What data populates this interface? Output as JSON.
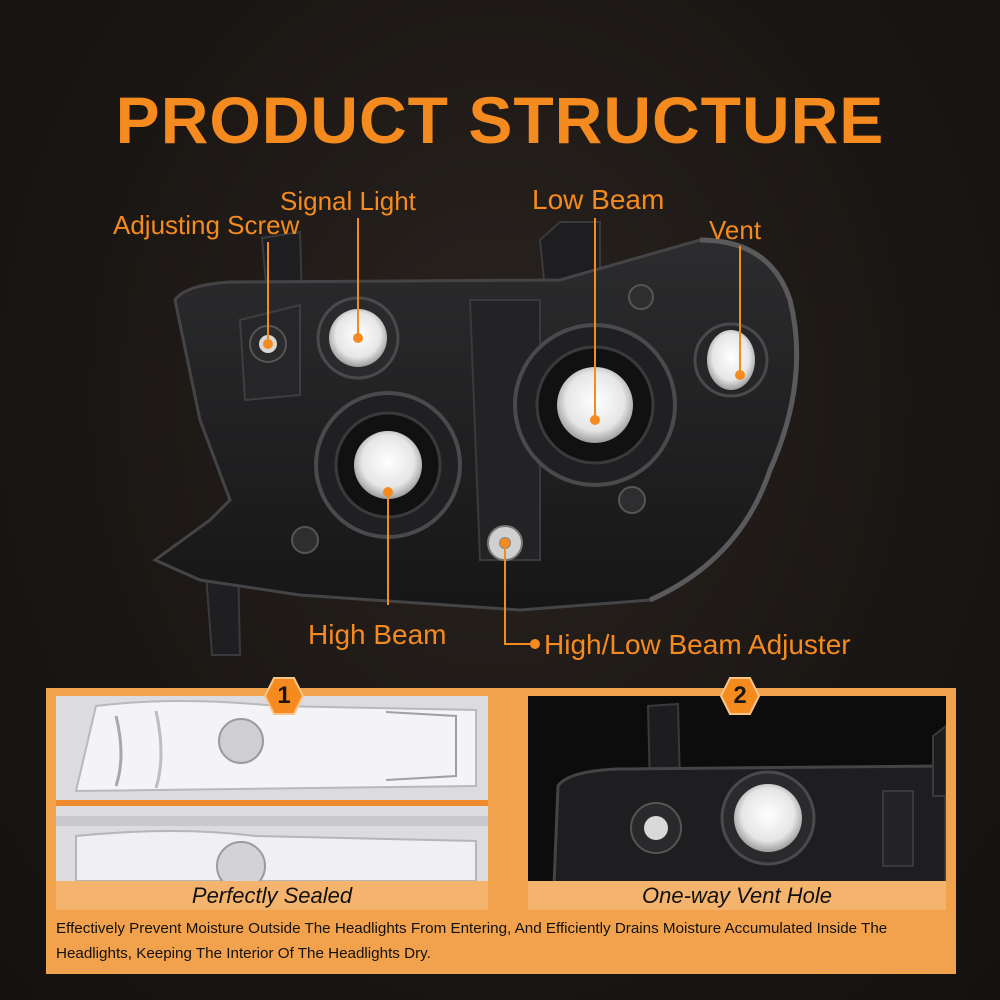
{
  "title": "PRODUCT STRUCTURE",
  "labels": {
    "adjusting_screw": "Adjusting Screw",
    "signal_light": "Signal Light",
    "low_beam": "Low Beam",
    "vent": "Vent",
    "high_beam": "High Beam",
    "adjuster": "High/Low Beam Adjuster"
  },
  "features": [
    {
      "number": "1",
      "caption": "Perfectly Sealed"
    },
    {
      "number": "2",
      "caption": "One-way Vent Hole"
    }
  ],
  "description": "Effectively Prevent Moisture Outside The Headlights From Entering, And Efficiently Drains Moisture Accumulated Inside The Headlights, Keeping The Interior Of The Headlights Dry.",
  "colors": {
    "accent": "#f58a1f",
    "panel": "#f2a24c",
    "caption_bar": "#f5b46e",
    "background": "#1b1714"
  }
}
